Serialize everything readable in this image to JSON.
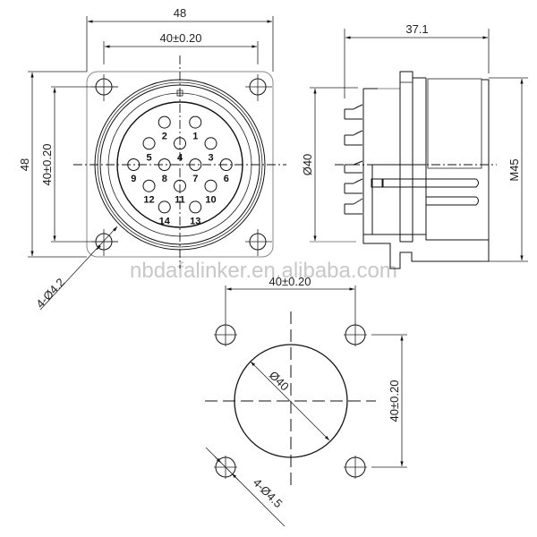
{
  "watermark": "nbdafalinker.en.alibaba.com",
  "front_view": {
    "overall_width": "48",
    "hole_spacing_horizontal": "40±0.20",
    "overall_height": "48",
    "hole_spacing_vertical": "40±0.20",
    "mounting_hole": "4-Ø4.2",
    "pins": [
      {
        "label": "1",
        "col": 0.5,
        "row": -2
      },
      {
        "label": "2",
        "col": -0.5,
        "row": -2
      },
      {
        "label": "3",
        "col": 1,
        "row": -1
      },
      {
        "label": "4",
        "col": 0,
        "row": -1
      },
      {
        "label": "5",
        "col": -1,
        "row": -1
      },
      {
        "label": "6",
        "col": 1.5,
        "row": 0
      },
      {
        "label": "7",
        "col": 0.5,
        "row": 0
      },
      {
        "label": "8",
        "col": -0.5,
        "row": 0
      },
      {
        "label": "9",
        "col": -1.5,
        "row": 0
      },
      {
        "label": "10",
        "col": 1,
        "row": 1
      },
      {
        "label": "11",
        "col": 0,
        "row": 1
      },
      {
        "label": "12",
        "col": -1,
        "row": 1
      },
      {
        "label": "13",
        "col": 0.5,
        "row": 2
      },
      {
        "label": "14",
        "col": -0.5,
        "row": 2
      }
    ]
  },
  "side_view": {
    "length": "37.1",
    "body_diameter": "Ø40",
    "thread": "M45"
  },
  "panel_cutout": {
    "hole_spacing_horizontal": "40±0.20",
    "hole_spacing_vertical": "40±0.20",
    "cutout_diameter": "Ø40",
    "mounting_hole": "4-Ø4.5"
  }
}
